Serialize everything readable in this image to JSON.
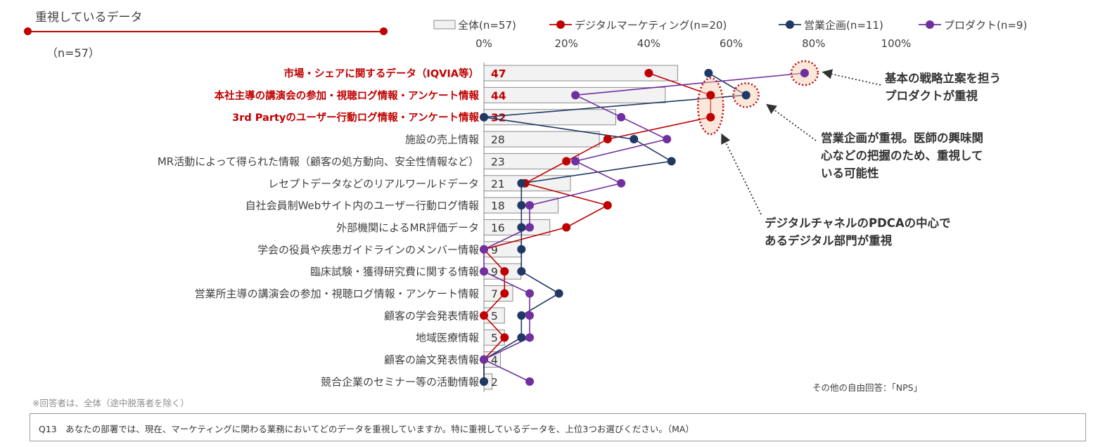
{
  "header": {
    "title": "重視しているデータ",
    "n_note": "（n=57）"
  },
  "colors": {
    "overall": "#f2f2f2",
    "digital": "#c00000",
    "sales_planning": "#1f3864",
    "product": "#7030a0",
    "highlight_label": "#c00000"
  },
  "chart_data": {
    "type": "bar",
    "orientation": "horizontal",
    "x_unit": "%",
    "xlim": [
      0,
      100
    ],
    "x_ticks": [
      "0%",
      "20%",
      "40%",
      "60%",
      "80%",
      "100%"
    ],
    "categories": [
      "市場・シェアに関するデータ（IQVIA等）",
      "本社主導の講演会の参加・視聴ログ情報・アンケート情報",
      "3rd Partyのユーザー行動ログ情報・アンケート情報",
      "施設の売上情報",
      "MR活動によって得られた情報（顧客の処方動向、安全性情報など）",
      "レセプトデータなどのリアルワールドデータ",
      "自社会員制Webサイト内のユーザー行動ログ情報",
      "外部機関によるMR評価データ",
      "学会の役員や疾患ガイドラインのメンバー情報",
      "臨床試験・獲得研究費に関する情報",
      "営業所主導の講演会の参加・視聴ログ情報・アンケート情報",
      "顧客の学会発表情報",
      "地域医療情報",
      "顧客の論文発表情報",
      "競合企業のセミナー等の活動情報"
    ],
    "highlighted_categories": [
      0,
      1,
      2
    ],
    "bar_series": {
      "name": "全体(n=57)",
      "values": [
        47,
        44,
        32,
        28,
        23,
        21,
        18,
        16,
        9,
        9,
        7,
        5,
        5,
        4,
        2
      ]
    },
    "line_series": [
      {
        "name": "デジタルマーケティング(n=20)",
        "color": "#c00000",
        "values": [
          40,
          55,
          55,
          30,
          20,
          10,
          30,
          20,
          0,
          5,
          5,
          0,
          5,
          0,
          0
        ]
      },
      {
        "name": "営業企画(n=11)",
        "color": "#1f3864",
        "values": [
          54.5,
          63.6,
          0,
          36.4,
          45.5,
          9.1,
          9.1,
          9.1,
          9.1,
          9.1,
          18.2,
          9.1,
          9.1,
          0,
          0
        ]
      },
      {
        "name": "プロダクト(n=9)",
        "color": "#7030a0",
        "values": [
          77.8,
          22.2,
          33.3,
          44.4,
          22.2,
          33.3,
          11.1,
          11.1,
          0,
          0,
          11.1,
          11.1,
          11.1,
          0,
          11.1
        ]
      }
    ],
    "legend": [
      "全体(n=57)",
      "デジタルマーケティング(n=20)",
      "営業企画(n=11)",
      "プロダクト(n=9)"
    ],
    "legend_position": "top",
    "grid": false
  },
  "callouts": {
    "product": "基本の戦略立案を担う\nプロダクトが重視",
    "sales_planning": "営業企画が重視。医師の興味関\n心などの把握のため、重視して\nいる可能性",
    "digital": "デジタルチャネルのPDCAの中心で\nあるデジタル部門が重視"
  },
  "notes": {
    "respondents": "※回答者は、全体（途中脱落者を除く）",
    "other_answers": "その他の自由回答：「NPS」"
  },
  "question": "Q13　あなたの部署では、現在、マーケティングに関わる業務においてどのデータを重視していますか。特に重視しているデータを、上位3つお選びください。（MA）"
}
